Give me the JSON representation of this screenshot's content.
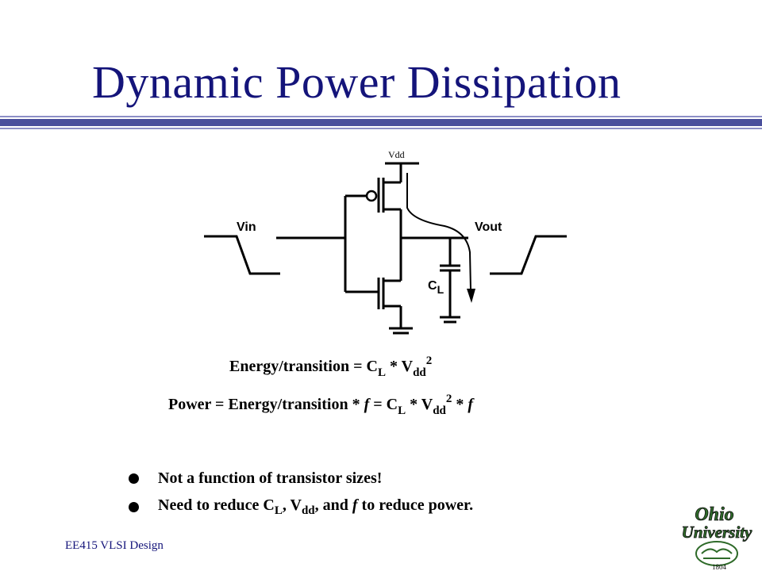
{
  "title": "Dynamic Power Dissipation",
  "circuit": {
    "vdd_label": "Vdd",
    "vin_label": "Vin",
    "vout_label": "Vout",
    "cap_label_main": "C",
    "cap_label_sub": "L"
  },
  "equations": {
    "energy": {
      "lhs": "Energy/transition = C",
      "sub1": "L",
      "mid": " * V",
      "sub2": "dd",
      "sup": "2"
    },
    "power": {
      "lhs": "Power = Energy/transition * ",
      "f1": "f",
      "eq": " = C",
      "sub1": "L",
      "mid": " * V",
      "sub2": "dd",
      "sup": "2",
      "tail": " * ",
      "f2": "f"
    }
  },
  "bullets": {
    "b1": "Not a function of transistor sizes!",
    "b2": {
      "pre": "Need to reduce C",
      "sub1": "L",
      "mid": ", V",
      "sub2": "dd",
      "mid2": ", and ",
      "f": "f",
      "post": " to reduce power."
    }
  },
  "footer": "EE415 VLSI Design",
  "logo": {
    "line1": "Ohio",
    "line2": "University",
    "year": "1804"
  },
  "colors": {
    "title": "#14147a",
    "rule_dark": "#4a4f9c",
    "rule_light": "#8d8fc6",
    "logo_green": "#2f6b2a"
  }
}
